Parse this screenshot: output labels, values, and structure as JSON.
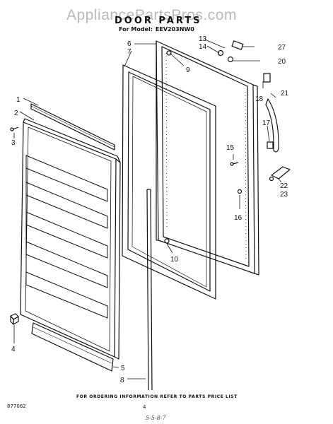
{
  "watermark": "AppliancePartsPros.com",
  "header": {
    "title": "DOOR PARTS",
    "model_label": "For Model:",
    "model_number": "EEV203NW0"
  },
  "callouts": {
    "c1": "1",
    "c2": "2",
    "c3": "3",
    "c4": "4",
    "c5": "5",
    "c6": "6",
    "c7": "7",
    "c8": "8",
    "c9": "9",
    "c10": "10",
    "c13": "13",
    "c14": "14",
    "c15": "15",
    "c16": "16",
    "c17": "17",
    "c18": "18",
    "c20": "20",
    "c21": "21",
    "c22": "22",
    "c23": "23",
    "c27": "27"
  },
  "footer": {
    "ordering_note": "FOR ORDERING INFORMATION REFER TO PARTS PRICE LIST",
    "drawing_code": "877062",
    "page_number": "4",
    "handwritten_note": "5-5-8-7"
  }
}
